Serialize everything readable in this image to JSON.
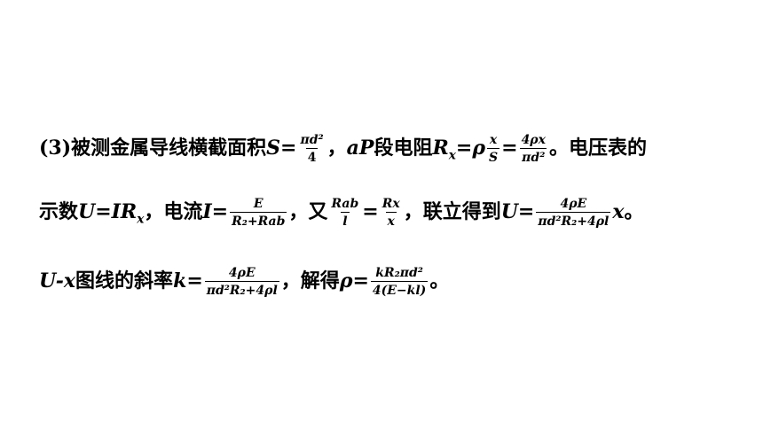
{
  "line1": {
    "label": "(3)",
    "t1": "被测金属导线横截面积",
    "S_var": "S",
    "eq": "=",
    "frac_num": "πd²",
    "frac_den": "4",
    "comma": "，",
    "aP": "aP",
    "t2": "段电阻",
    "R": "R",
    "x_sub": "x",
    "rho": "ρ",
    "xs_num": "x",
    "xs_den": "S",
    "frac2_num": "4ρx",
    "frac2_den": "πd²",
    "t3": "。电压表的"
  },
  "line2": {
    "t1": "示数",
    "U": "U",
    "eq": "=",
    "IR": "IR",
    "x_sub": "x",
    "t2": "，电流",
    "I": "I",
    "f1_num": "E",
    "f1_den": "R₂+Rab",
    "t3": "，又",
    "f2_num": "Rab",
    "f2_den": "l",
    "f3_num": "Rx",
    "f3_den": "x",
    "t4": "，联立得到",
    "f4_num": "4ρE",
    "f4_den": "πd²R₂+4ρl",
    "x_var": "x",
    "end": "。"
  },
  "line3": {
    "Ux": "U-x",
    "t1": "图线的斜率",
    "k": "k",
    "eq": "=",
    "f1_num": "4ρE",
    "f1_den": "πd²R₂+4ρl",
    "t2": "，解得",
    "rho": "ρ",
    "f2_num": "kR₂πd²",
    "f2_den": "4(E−kl)",
    "end": "。"
  }
}
